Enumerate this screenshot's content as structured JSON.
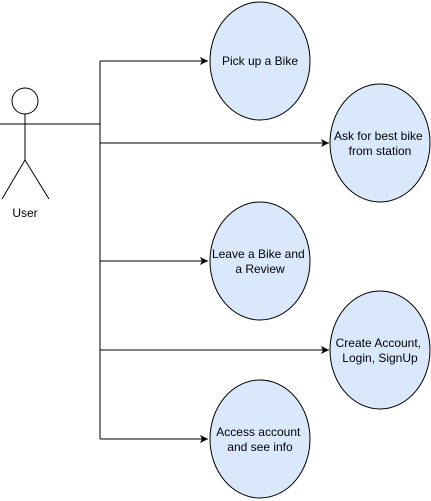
{
  "actor": {
    "label": "User"
  },
  "use_cases": [
    {
      "id": "pickup",
      "lines": [
        "Pick up a Bike"
      ]
    },
    {
      "id": "ask",
      "lines": [
        "Ask for best bike",
        "from station"
      ]
    },
    {
      "id": "leave",
      "lines": [
        "Leave a Bike and",
        "a Review"
      ]
    },
    {
      "id": "account",
      "lines": [
        "Create Account,",
        "Login, SignUp"
      ]
    },
    {
      "id": "access",
      "lines": [
        "Access account",
        "and see info"
      ]
    }
  ],
  "colors": {
    "use_case_fill": "#dae8fc",
    "stroke": "#000000"
  }
}
